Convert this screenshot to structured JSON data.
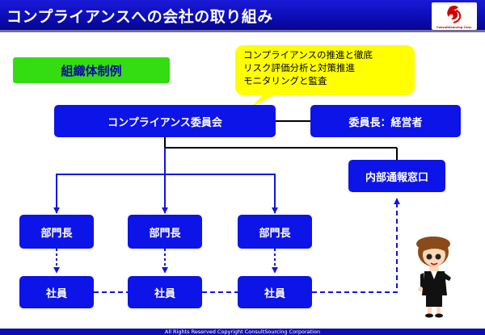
{
  "header": {
    "title": "コンプライアンスへの会社の取り組み",
    "logo_text": "ConsultSourcing Corp."
  },
  "section_label": "組織体制例",
  "callout": {
    "lines": [
      "コンプライアンスの推進と徹底",
      "リスク評価分析と対策推進",
      "モニタリングと監査"
    ]
  },
  "nodes": {
    "committee": "コンプライアンス委員会",
    "chair": "委員長：経営者",
    "internal_reporting": "内部通報窓口",
    "managers": [
      "部門長",
      "部門長",
      "部門長"
    ],
    "employees": [
      "社員",
      "社員",
      "社員"
    ]
  },
  "colors": {
    "header": "#0d0db8",
    "box": "#0d14e8",
    "label_bg": "#33dd11",
    "callout_bg": "#ffff00"
  },
  "footer": "All Rights Reserved  Copyright  ConsultSourcing Corporation"
}
